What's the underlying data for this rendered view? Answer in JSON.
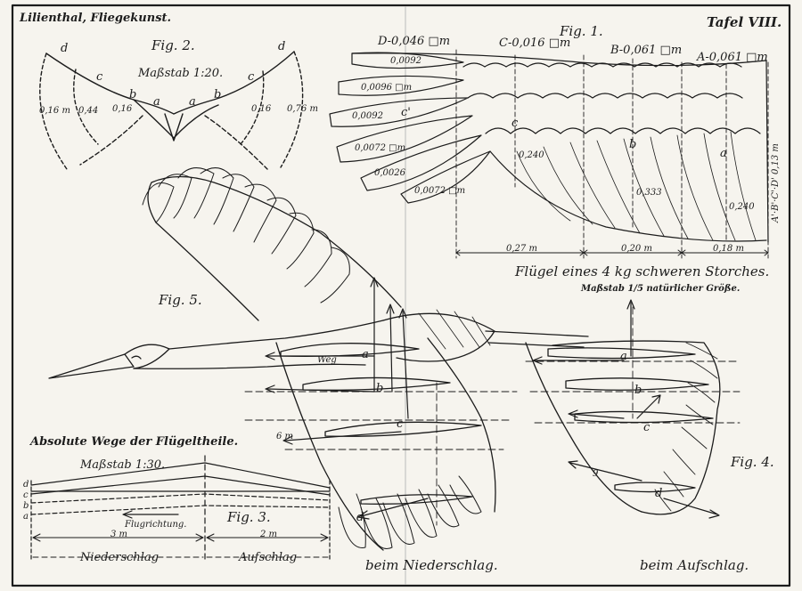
{
  "header": {
    "author_title": "Lilienthal, Fliegekunst.",
    "plate_label": "Tafel VIII."
  },
  "fig1": {
    "label": "Fig. 1.",
    "caption": "Flügel eines 4 kg schweren Storches.",
    "scale": "Maßstab 1/5 natürlicher Größe.",
    "section_labels": [
      "D-0,046 □m",
      "C-0,016 □m",
      "B-0,061 □m",
      "A-0,061 □m"
    ],
    "feather_areas": [
      "0,0092",
      "0,0096 □m",
      "0,0092",
      "0,0072 □m",
      "0,0026",
      "0,0072 □m"
    ],
    "vertical_dims": [
      "0,240",
      "0,333",
      "0,240"
    ],
    "span_dims": [
      "0,27 m",
      "0,20 m",
      "0,18 m"
    ],
    "side_label": "A'·B'·C'·D' 0,13 m",
    "point_labels": [
      "c",
      "b",
      "a",
      "c'"
    ]
  },
  "fig2": {
    "label": "Fig. 2.",
    "scale": "Maßstab 1:20.",
    "letters": [
      "d",
      "c",
      "b",
      "a",
      "a",
      "b",
      "c",
      "d"
    ],
    "dims": [
      "0,16 m",
      "0,44",
      "0,16",
      "0,16",
      "0,76 m"
    ]
  },
  "fig3": {
    "title": "Absolute Wege der Flügeltheile.",
    "scale": "Maßstab 1:30.",
    "label": "Fig. 3.",
    "direction": "Flugrichtung.",
    "dist_left": "3 m",
    "dist_right": "2 m",
    "phase_left": "Niederschlag",
    "phase_right": "Aufschlag",
    "edge_letters": [
      "d",
      "c",
      "b",
      "a"
    ]
  },
  "fig4": {
    "label": "Fig. 4.",
    "caption": "beim Aufschlag.",
    "vector_labels": [
      "a",
      "b",
      "c",
      "d",
      "9"
    ]
  },
  "fig5": {
    "label": "Fig. 5.",
    "caption": "beim Niederschlag.",
    "vector_labels": [
      "Weg",
      "a",
      "b",
      "c",
      "d",
      "6 m"
    ]
  }
}
